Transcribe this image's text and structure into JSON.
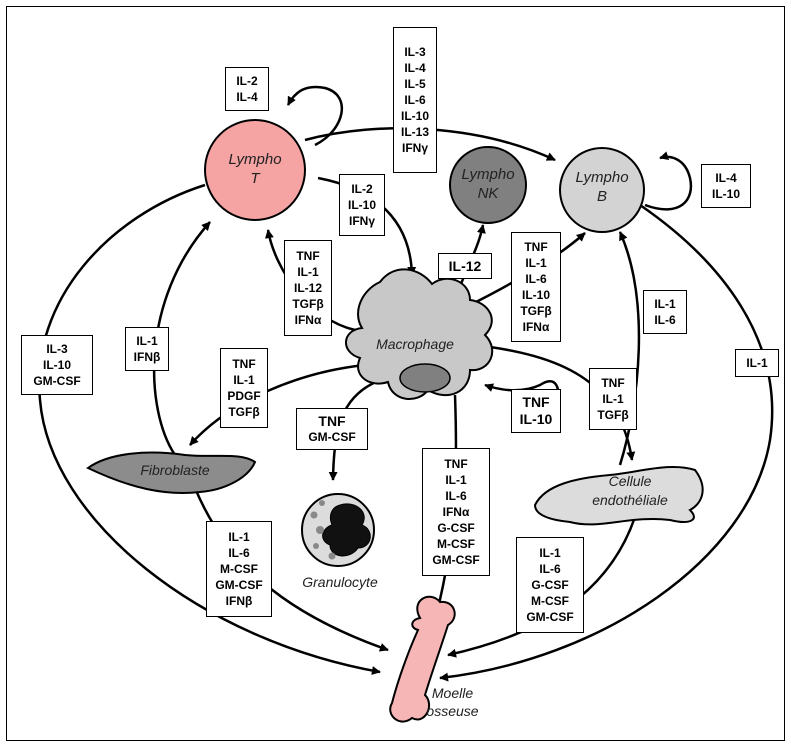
{
  "cells": {
    "lympho_t": [
      "Lympho",
      "T"
    ],
    "lympho_nk": [
      "Lympho",
      "NK"
    ],
    "lympho_b": [
      "Lympho",
      "B"
    ],
    "macrophage": "Macrophage",
    "fibroblaste": "Fibroblaste",
    "granulocyte": "Granulocyte",
    "cellule_endotheliale": [
      "Cellule",
      "endothéliale"
    ],
    "moelle_osseuse": [
      "Moelle",
      "osseuse"
    ]
  },
  "cytokine_boxes": {
    "t_self": [
      "IL-2",
      "IL-4"
    ],
    "t_to_b": [
      "IL-3",
      "IL-4",
      "IL-5",
      "IL-6",
      "IL-10",
      "IL-13",
      "IFNγ"
    ],
    "b_self": [
      "IL-4",
      "IL-10"
    ],
    "t_to_macrophage": [
      "IL-2",
      "IL-10",
      "IFNγ"
    ],
    "macrophage_to_t": [
      "TNF",
      "IL-1",
      "IL-12",
      "TGFβ",
      "IFNα"
    ],
    "macrophage_to_nk": [
      "IL-12"
    ],
    "macrophage_to_b": [
      "TNF",
      "IL-1",
      "IL-6",
      "IL-10",
      "TGFβ",
      "IFNα"
    ],
    "outer_left": [
      "IL-3",
      "IL-10",
      "GM-CSF"
    ],
    "fibro_to_t": [
      "IL-1",
      "IFNβ"
    ],
    "macrophage_to_fibro": [
      "TNF",
      "IL-1",
      "PDGF",
      "TGFβ"
    ],
    "endo_to_b": [
      "IL-1",
      "IL-6"
    ],
    "outer_right": [
      "IL-1"
    ],
    "macrophage_to_granulocyte": [
      "TNF",
      "GM-CSF"
    ],
    "endo_to_macrophage": [
      "TNF",
      "IL-10"
    ],
    "macrophage_to_endo": [
      "TNF",
      "IL-1",
      "TGFβ"
    ],
    "macrophage_to_moelle": [
      "TNF",
      "IL-1",
      "IL-6",
      "IFNα",
      "G-CSF",
      "M-CSF",
      "GM-CSF"
    ],
    "fibro_to_moelle": [
      "IL-1",
      "IL-6",
      "M-CSF",
      "GM-CSF",
      "IFNβ"
    ],
    "endo_to_moelle": [
      "IL-1",
      "IL-6",
      "G-CSF",
      "M-CSF",
      "GM-CSF"
    ]
  },
  "colors": {
    "lympho_t": "#f5a3a3",
    "lympho_nk": "#808080",
    "lympho_b": "#d3d3d3",
    "macrophage": "#c8c8c8",
    "fibroblaste": "#8c8c8c",
    "endothelial": "#dcdcdc",
    "bone": "#f7b6b6"
  }
}
